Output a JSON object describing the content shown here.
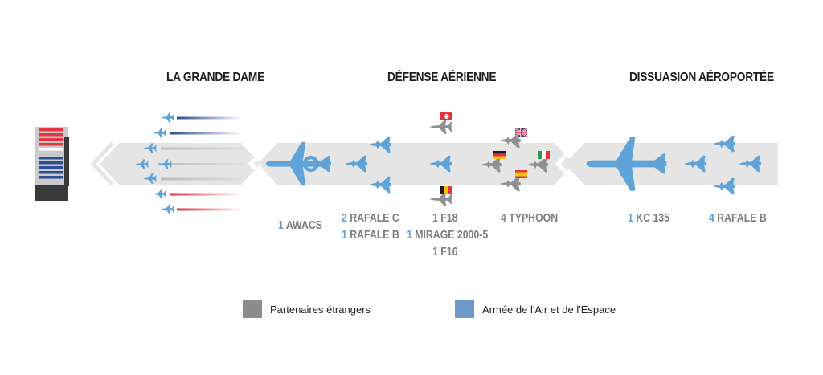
{
  "sections": {
    "grande_dame": "LA GRANDE DAME",
    "defense": "DÉFENSE AÉRIENNE",
    "dissuasion": "DISSUASION AÉROPORTÉE"
  },
  "aircraft_labels": {
    "awacs": {
      "count": "1",
      "name": "AWACS"
    },
    "rafale_c": {
      "count": "2",
      "name": "RAFALE C"
    },
    "rafale_b_def": {
      "count": "1",
      "name": "RAFALE B"
    },
    "f18": {
      "count": "1",
      "name": "F18"
    },
    "mirage": {
      "count": "1",
      "name": "MIRAGE 2000-5"
    },
    "f16": {
      "count": "1",
      "name": "F16"
    },
    "typhoon": {
      "count": "4",
      "name": "TYPHOON"
    },
    "kc135": {
      "count": "1",
      "name": "KC 135"
    },
    "rafale_b_diss": {
      "count": "4",
      "name": "RAFALE B"
    }
  },
  "legend": {
    "foreign": {
      "label": "Partenaires étrangers",
      "color": "#8a8c8e"
    },
    "french": {
      "label": "Armée de l'Air et de l'Espace",
      "color": "#6e99c9"
    }
  },
  "colors": {
    "blue_plane": "#5fa3d8",
    "grey_plane": "#8e9092",
    "band": "#e4e5e4",
    "flag_red": "#e4343f",
    "flag_blue": "#2f4d93"
  }
}
